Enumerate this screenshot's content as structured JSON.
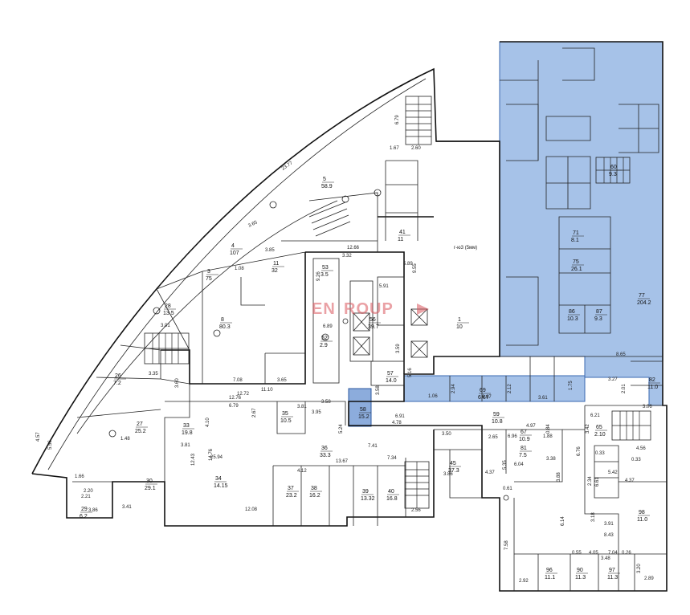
{
  "watermark": {
    "text_left": "EN",
    "text_right": "ROUP",
    "color": "#d9555d"
  },
  "highlight_color": "#5c8fd6",
  "corridor_text": "г-ю3 (5мм)",
  "rooms": [
    {
      "id": "r1",
      "num": "1",
      "area": "10"
    },
    {
      "id": "r3",
      "num": "3",
      "area": "75"
    },
    {
      "id": "r4",
      "num": "4",
      "area": "107"
    },
    {
      "id": "r5",
      "num": "5",
      "area": "58.9"
    },
    {
      "id": "r8",
      "num": "8",
      "area": "80.3"
    },
    {
      "id": "r11",
      "num": "11",
      "area": "32"
    },
    {
      "id": "r26",
      "num": "26",
      "area": "7.2"
    },
    {
      "id": "r27",
      "num": "27",
      "area": "25.2"
    },
    {
      "id": "r28",
      "num": "28",
      "area": "13.5"
    },
    {
      "id": "r29",
      "num": "29",
      "area": "6.2"
    },
    {
      "id": "r30",
      "num": "30",
      "area": "29.1"
    },
    {
      "id": "r33",
      "num": "33",
      "area": "19.8"
    },
    {
      "id": "r34",
      "num": "34",
      "area": "14.15"
    },
    {
      "id": "r35",
      "num": "35",
      "area": "10.5"
    },
    {
      "id": "r36",
      "num": "36",
      "area": "33.3"
    },
    {
      "id": "r37",
      "num": "37",
      "area": "23.2"
    },
    {
      "id": "r38",
      "num": "38",
      "area": "16.2"
    },
    {
      "id": "r39",
      "num": "39",
      "area": "13.32"
    },
    {
      "id": "r40",
      "num": "40",
      "area": "16.8"
    },
    {
      "id": "r41",
      "num": "41",
      "area": "11"
    },
    {
      "id": "r45",
      "num": "45",
      "area": "37.3"
    },
    {
      "id": "r52",
      "num": "52",
      "area": "2.9"
    },
    {
      "id": "r53",
      "num": "53",
      "area": "3.5"
    },
    {
      "id": "r56",
      "num": "56",
      "area": "39.7"
    },
    {
      "id": "r57",
      "num": "57",
      "area": "14.0"
    },
    {
      "id": "r58",
      "num": "58",
      "area": "15.2"
    },
    {
      "id": "r59",
      "num": "59",
      "area": "10.8"
    },
    {
      "id": "r60",
      "num": "60",
      "area": "9.3"
    },
    {
      "id": "r65",
      "num": "65",
      "area": "2.10"
    },
    {
      "id": "r67",
      "num": "67",
      "area": "10.9"
    },
    {
      "id": "r69",
      "num": "69",
      "area": "6.67"
    },
    {
      "id": "r71",
      "num": "71",
      "area": "8.1"
    },
    {
      "id": "r75",
      "num": "75",
      "area": "26.1"
    },
    {
      "id": "r77",
      "num": "77",
      "area": "204.2"
    },
    {
      "id": "r81",
      "num": "81",
      "area": "7.5"
    },
    {
      "id": "r82",
      "num": "82",
      "area": "11.0"
    },
    {
      "id": "r86",
      "num": "86",
      "area": "10.3"
    },
    {
      "id": "r87",
      "num": "87",
      "area": "9.3"
    },
    {
      "id": "r90",
      "num": "90",
      "area": "11.3"
    },
    {
      "id": "r96",
      "num": "96",
      "area": "11.1"
    },
    {
      "id": "r97",
      "num": "97",
      "area": "11.3"
    },
    {
      "id": "r98",
      "num": "98",
      "area": "11.0"
    }
  ],
  "dims": [
    "23.77",
    "3.65",
    "3.85",
    "1.67",
    "2.60",
    "6.79",
    "12.66",
    "5.89",
    "9.55",
    "7.08",
    "3.65",
    "11.10",
    "3.01",
    "3.35",
    "3.60",
    "12.76",
    "6.79",
    "2.67",
    "3.81",
    "3.95",
    "5.24",
    "7.41",
    "6.91",
    "4.78",
    "3.86",
    "13.67",
    "7.34",
    "2.56",
    "12.08",
    "14.76",
    "3.41",
    "3.86",
    "4.57",
    "5.56",
    "2.20",
    "2.21",
    "1.66",
    "4.12",
    "1.48",
    "3.81",
    "4.10",
    "12.43",
    "25.94",
    "5.16",
    "3.58",
    "6.67",
    "1.06",
    "2.94",
    "2.12",
    "3.61",
    "1.75",
    "8.65",
    "3.27",
    "2.01",
    "3.06",
    "6.21",
    "4.56",
    "0.33",
    "3.42",
    "7.58",
    "2.92",
    "2.89",
    "3.20",
    "3.48",
    "0.55",
    "0.26",
    "6.14",
    "3.88",
    "6.04",
    "3.38",
    "5.35",
    "0.61",
    "4.37",
    "1.88",
    "3.50",
    "2.65",
    "6.96",
    "4.97",
    "0.84",
    "3.91",
    "8.43",
    "7.04",
    "6.76",
    "4.37",
    "3.18",
    "4.05",
    "6.61",
    "0.33",
    "5.42",
    "2.34",
    "5.91",
    "3.32",
    "6.89",
    "3.59",
    "9.26",
    "3.58",
    "1.08",
    "12.72"
  ]
}
